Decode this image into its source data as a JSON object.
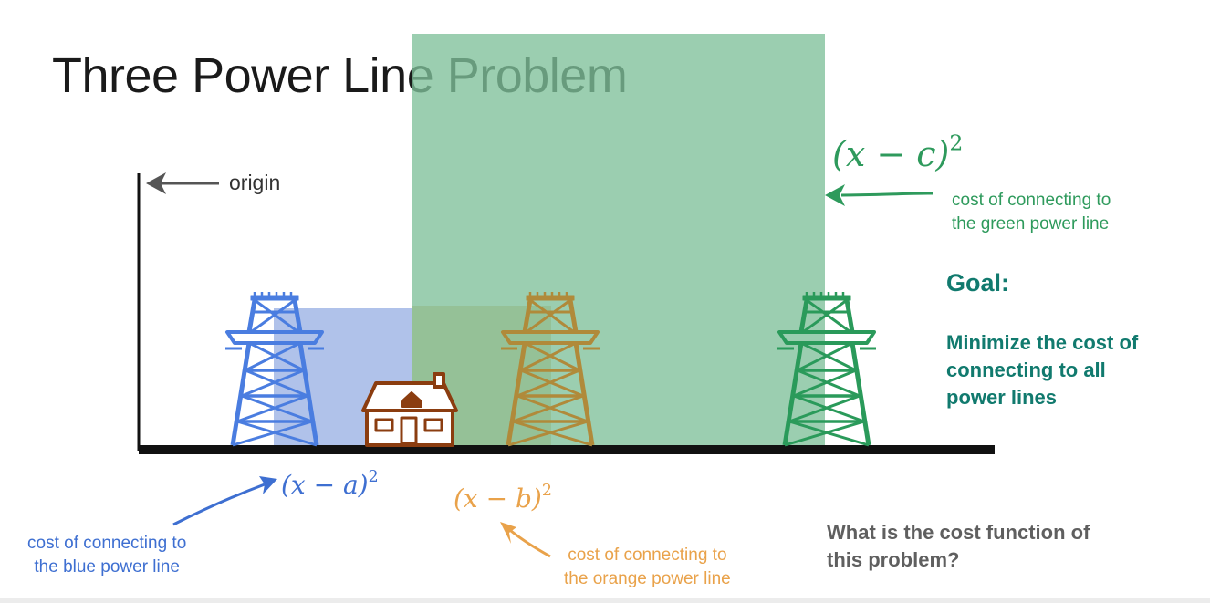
{
  "title": "Three Power Line Problem",
  "origin_label": "origin",
  "formulas": {
    "blue": {
      "text": "(x − a)",
      "exp": "2",
      "color": "#3e6fd1"
    },
    "orange": {
      "text": "(x − b)",
      "exp": "2",
      "color": "#e9a24a"
    },
    "green": {
      "text": "(x − c)",
      "exp": "2",
      "color": "#2e9a5c"
    }
  },
  "captions": {
    "blue": {
      "line1": "cost of connecting to",
      "line2": "the blue power line",
      "color": "#3e6fd1"
    },
    "orange": {
      "line1": "cost of connecting to",
      "line2": "the orange power line",
      "color": "#e9a24a"
    },
    "green": {
      "line1": "cost of connecting to",
      "line2": "the green power line",
      "color": "#2e9a5c"
    }
  },
  "goal": {
    "heading": "Goal:",
    "line1": "Minimize the cost of",
    "line2": "connecting to all",
    "line3": "power lines",
    "color": "#117a6e"
  },
  "question": {
    "line1": "What is the cost function of",
    "line2": "this problem?",
    "color": "#5f5f5f"
  },
  "colors": {
    "blue_tower": "#4a7de0",
    "orange_tower": "#c8923a",
    "green_tower": "#2a9a5a",
    "blue_square": "#a7bbe8",
    "green_square": "#7fc09a",
    "house": "#8b3d10",
    "axis": "#111111",
    "origin_arrow": "#555555"
  },
  "icons": [
    "blue-tower-icon",
    "orange-tower-icon",
    "green-tower-icon",
    "house-icon"
  ]
}
